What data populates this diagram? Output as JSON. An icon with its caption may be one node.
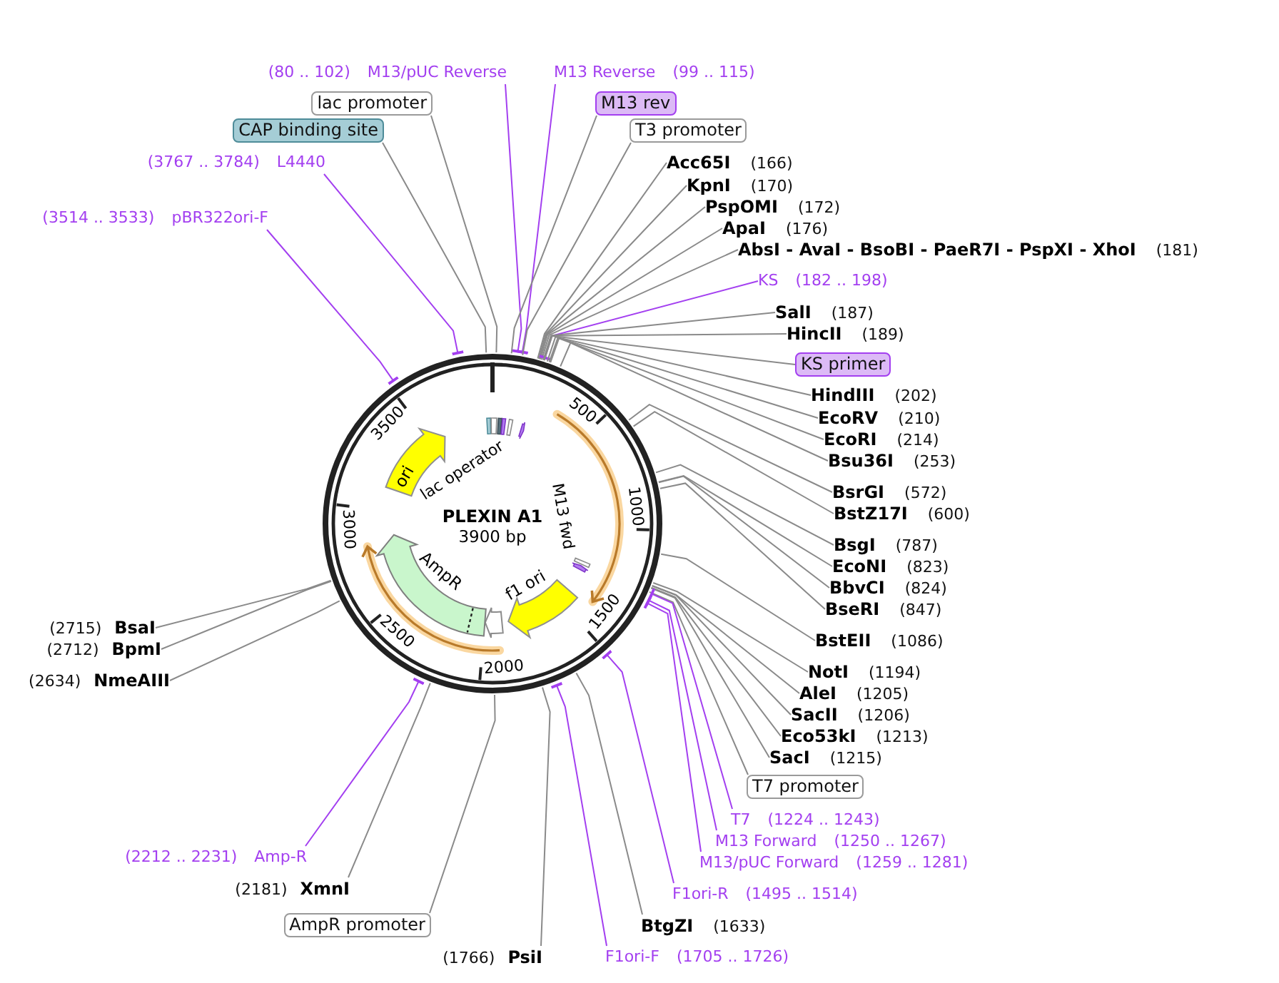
{
  "diagram": {
    "nodes": [
      {
        "text": [
          "(80 .. 102)",
          "M13/pUC Reverse"
        ]
      },
      {
        "text": [
          "M13 Reverse",
          "(99 .. 115)"
        ]
      },
      {
        "text": [
          "lac promoter"
        ]
      },
      {
        "text": [
          "M13 rev"
        ]
      },
      {
        "text": [
          "CAP binding site"
        ]
      },
      {
        "text": [
          "T3 promoter"
        ]
      },
      {
        "text": [
          "(3767 .. 3784)",
          "L4440"
        ]
      },
      {
        "text": [
          "Acc65I",
          "(166)"
        ]
      },
      {
        "text": [
          "KpnI",
          "(170)"
        ]
      },
      {
        "text": [
          "PspOMI",
          "(172)"
        ]
      },
      {
        "text": [
          "(3514 .. 3533)",
          "pBR322ori-F"
        ]
      },
      {
        "text": [
          "ApaI",
          "(176)"
        ]
      },
      {
        "text": [
          "AbsI - AvaI - BsoBI - PaeR7I - PspXI - XhoI",
          "(181)"
        ]
      },
      {
        "text": [
          "KS",
          "(182 .. 198)"
        ]
      },
      {
        "text": [
          "SalI",
          "(187)"
        ]
      },
      {
        "text": [
          "HincII",
          "(189)"
        ]
      },
      {
        "text": [],
        "shape": "circle"
      },
      {
        "text": [
          "KS primer"
        ]
      },
      {
        "text": [
          "HindIII",
          "(202)"
        ]
      },
      {
        "text": [
          "EcoRV",
          "(210)"
        ]
      },
      {
        "text": [
          "EcoRI",
          "(214)"
        ]
      },
      {
        "text": [
          "Bsu36I",
          "(253)"
        ]
      },
      {
        "text": [
          "ori"
        ],
        "in": 16
      },
      {
        "text": [
          "BsrGI",
          "(572)"
        ]
      },
      {
        "text": [
          "BstZ17I",
          "(600)"
        ]
      },
      {
        "text": [
          "BsgI",
          "(787)"
        ]
      },
      {
        "text": [
          "AmpR"
        ],
        "in": 16
      },
      {
        "text": [
          "EcoNI",
          "(823)"
        ]
      },
      {
        "text": [
          "f1 ori"
        ],
        "in": 16
      },
      {
        "text": [
          "BbvCI",
          "(824)"
        ]
      },
      {
        "text": [
          "BseRI",
          "(847)"
        ]
      },
      {
        "text": [
          "(2715)",
          "BsaI"
        ]
      },
      {
        "text": [
          "BstEII",
          "(1086)"
        ]
      },
      {
        "text": [
          "(2712)",
          "BpmI"
        ]
      },
      {
        "text": [
          "NotI",
          "(1194)"
        ]
      },
      {
        "text": [
          "(2634)",
          "NmeAIII"
        ]
      },
      {
        "text": [
          "AleI",
          "(1205)"
        ]
      },
      {
        "text": [
          "SacII",
          "(1206)"
        ]
      },
      {
        "text": [
          "Eco53kI",
          "(1213)"
        ]
      },
      {
        "text": [
          "SacI",
          "(1215)"
        ]
      },
      {
        "text": [
          "T7 promoter"
        ]
      },
      {
        "text": [
          "T7",
          "(1224 .. 1243)"
        ]
      },
      {
        "text": [
          "M13 Forward",
          "(1250 .. 1267)"
        ]
      },
      {
        "text": [
          "(2212 .. 2231)",
          "Amp-R"
        ]
      },
      {
        "text": [
          "M13/pUC Forward",
          "(1259 .. 1281)"
        ]
      },
      {
        "text": [
          "(2181)",
          "XmnI"
        ]
      },
      {
        "text": [
          "F1ori-R",
          "(1495 .. 1514)"
        ]
      },
      {
        "text": [
          "AmpR promoter"
        ]
      },
      {
        "text": [
          "BtgZI",
          "(1633)"
        ]
      },
      {
        "text": [
          "(1766)",
          "PsiI"
        ]
      },
      {
        "text": [
          "F1ori-F",
          "(1705 .. 1726)"
        ]
      }
    ],
    "edges": [
      {
        "from": 0,
        "to": 16,
        "arrow": "other",
        "color": "#a33ff0"
      },
      {
        "from": 1,
        "to": 16,
        "arrow": "other",
        "color": "#a33ff0"
      },
      {
        "from": 2,
        "to": 16,
        "arrow": "none"
      },
      {
        "from": 3,
        "to": 16,
        "arrow": "none"
      },
      {
        "from": 4,
        "to": 16,
        "arrow": "none"
      },
      {
        "from": 5,
        "to": 16,
        "arrow": "none"
      },
      {
        "from": 6,
        "to": 16,
        "arrow": "other",
        "color": "#a33ff0"
      },
      {
        "from": 7,
        "to": 16,
        "arrow": "none"
      },
      {
        "from": 8,
        "to": 16,
        "arrow": "none"
      },
      {
        "from": 9,
        "to": 16,
        "arrow": "none"
      },
      {
        "from": 10,
        "to": 16,
        "arrow": "other",
        "color": "#a33ff0"
      },
      {
        "from": 11,
        "to": 16,
        "arrow": "none"
      },
      {
        "from": 12,
        "to": 16,
        "arrow": "none"
      },
      {
        "from": 13,
        "to": 16,
        "arrow": "other",
        "color": "#a33ff0"
      },
      {
        "from": 14,
        "to": 16,
        "arrow": "none"
      },
      {
        "from": 15,
        "to": 16,
        "arrow": "none"
      },
      {
        "from": 17,
        "to": 16,
        "arrow": "none"
      },
      {
        "from": 18,
        "to": 16,
        "arrow": "none"
      },
      {
        "from": 19,
        "to": 16,
        "arrow": "none"
      },
      {
        "from": 20,
        "to": 16,
        "arrow": "none"
      },
      {
        "from": 21,
        "to": 16,
        "arrow": "none"
      },
      {
        "from": 23,
        "to": 16,
        "arrow": "none"
      },
      {
        "from": 24,
        "to": 16,
        "arrow": "none"
      },
      {
        "from": 25,
        "to": 16,
        "arrow": "none"
      },
      {
        "from": 27,
        "to": 16,
        "arrow": "none"
      },
      {
        "from": 29,
        "to": 16,
        "arrow": "none"
      },
      {
        "from": 30,
        "to": 16,
        "arrow": "none"
      },
      {
        "from": 31,
        "to": 16,
        "arrow": "none"
      },
      {
        "from": 32,
        "to": 16,
        "arrow": "none"
      },
      {
        "from": 33,
        "to": 16,
        "arrow": "none"
      },
      {
        "from": 34,
        "to": 16,
        "arrow": "none"
      },
      {
        "from": 35,
        "to": 16,
        "arrow": "none"
      },
      {
        "from": 36,
        "to": 16,
        "arrow": "none"
      },
      {
        "from": 37,
        "to": 16,
        "arrow": "none"
      },
      {
        "from": 38,
        "to": 16,
        "arrow": "none"
      },
      {
        "from": 39,
        "to": 16,
        "arrow": "none"
      },
      {
        "from": 40,
        "to": 16,
        "arrow": "none"
      },
      {
        "from": 41,
        "to": 16,
        "arrow": "other",
        "color": "#a33ff0"
      },
      {
        "from": 42,
        "to": 16,
        "arrow": "other",
        "color": "#a33ff0"
      },
      {
        "from": 43,
        "to": 16,
        "arrow": "other",
        "color": "#a33ff0"
      },
      {
        "from": 44,
        "to": 16,
        "arrow": "other",
        "color": "#a33ff0"
      },
      {
        "from": 45,
        "to": 16,
        "arrow": "none"
      },
      {
        "from": 46,
        "to": 16,
        "arrow": "other",
        "color": "#a33ff0"
      },
      {
        "from": 47,
        "to": 16,
        "arrow": "none"
      },
      {
        "from": 48,
        "to": 16,
        "arrow": "none"
      },
      {
        "from": 49,
        "to": 16,
        "arrow": "none"
      },
      {
        "from": 50,
        "to": 16,
        "arrow": "other",
        "color": "#a33ff0"
      }
    ],
    "labels": [
      "PLEXIN A1",
      "3900 bp",
      "lac operator",
      "M13 fwd",
      "500",
      "1000",
      "1500",
      "2000",
      "2500",
      "3000",
      "3500"
    ]
  }
}
